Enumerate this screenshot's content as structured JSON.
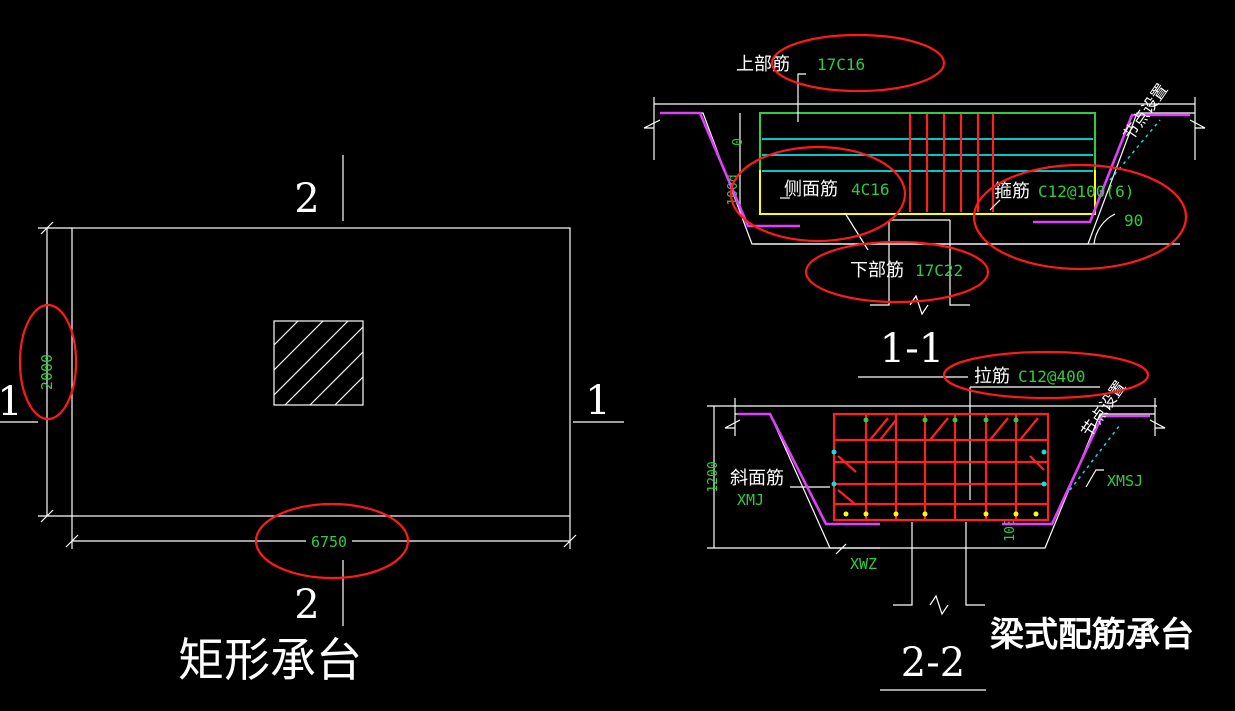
{
  "left_drawing": {
    "title": "矩形承台",
    "section_top": "2",
    "section_bottom": "2",
    "section_left": "1",
    "section_right": "1",
    "dim_height": "2000",
    "dim_width": "6750"
  },
  "section_1_1": {
    "title": "1-1",
    "top_bar_label": "上部筋",
    "top_bar_value": "17C16",
    "side_bar_label": "侧面筋",
    "side_bar_value": "4C16",
    "stirrup_label": "箍筋",
    "stirrup_value": "C12@100(6)",
    "bottom_bar_label": "下部筋",
    "bottom_bar_value": "17C22",
    "node_label": "节点设置",
    "angle_value": "90",
    "dim_zero": "0",
    "dim_side": "100d"
  },
  "section_2_2": {
    "title": "2-2",
    "tie_label": "拉筋",
    "tie_value": "C12@400",
    "node_label": "节点设置",
    "slope_label": "斜面筋",
    "slope_left_value": "XMJ",
    "slope_right_value": "XMSJ",
    "base_value": "XWZ",
    "dim_height": "1200",
    "dim_inner": "100"
  },
  "caption": "梁式配筋承台"
}
